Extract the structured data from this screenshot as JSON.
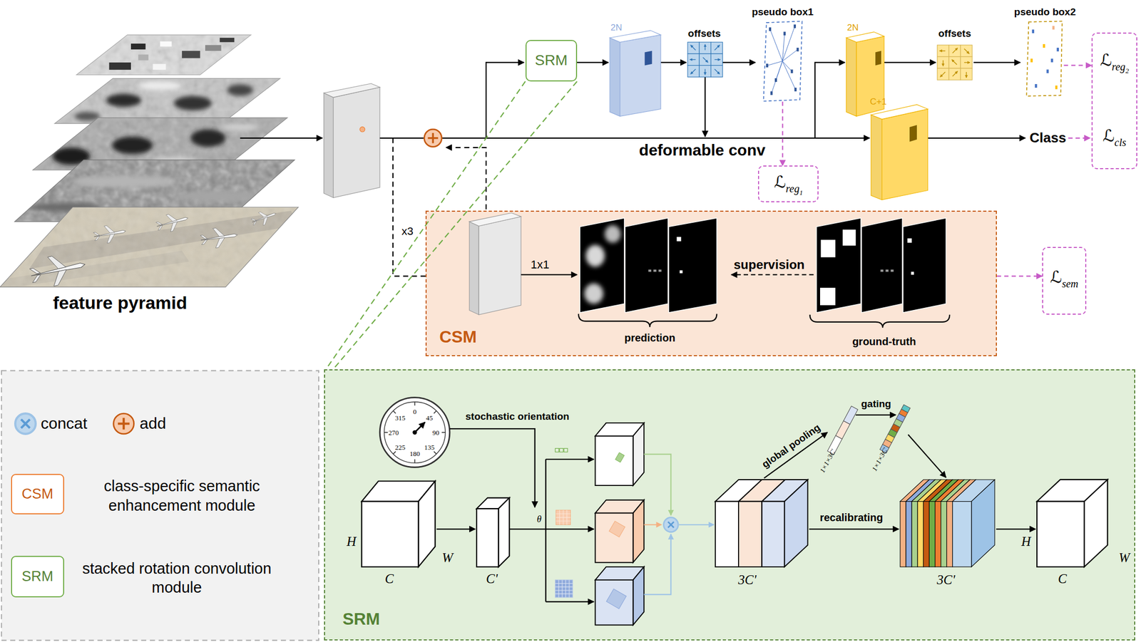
{
  "diagram": {
    "nodes": [
      {
        "text": [
          "SRM"
        ]
      },
      {
        "text": [
          "pseudo box1"
        ]
      },
      {
        "text": [
          "pseudo box2"
        ]
      },
      {
        "text": [
          "ℒ",
          "reg",
          "1"
        ]
      },
      {
        "text": [
          "ℒ",
          "reg",
          "2",
          "ℒ",
          "cls"
        ]
      },
      {
        "text": [
          "CSM"
        ]
      },
      {
        "text": [
          "ℒ",
          "sem"
        ]
      },
      {
        "text": [
          "CSM"
        ]
      },
      {
        "text": [
          "SRM"
        ]
      },
      {
        "text": [
          "SRM"
        ]
      }
    ],
    "edges": [
      {
        "from": 0,
        "to": 9,
        "arrow": "none"
      },
      {
        "from": 1,
        "to": 3,
        "arrow": "to"
      },
      {
        "from": 2,
        "to": 4,
        "arrow": "to"
      },
      {
        "from": 5,
        "to": 6,
        "arrow": "to"
      }
    ],
    "labels": [
      "feature pyramid",
      "2N",
      "offsets",
      "2N",
      "offsets",
      "C+1",
      "deformable conv",
      "Class",
      "x3",
      "1x1",
      "supervision",
      "prediction",
      "ground-truth",
      "stochastic orientation",
      "0",
      "45",
      "90",
      "135",
      "180",
      "225",
      "270",
      "315",
      "θ",
      "H",
      "W",
      "C",
      "C'",
      "3C'",
      "global pooling",
      "gating",
      "1×1×3C'",
      "1×1×3C'",
      "recalibrating",
      "3C'",
      "H",
      "W",
      "C"
    ],
    "legend": [
      {
        "text": "concat"
      },
      {
        "text": "add"
      },
      {
        "text": "class-specific semantic enhancement module"
      },
      {
        "text": "stacked rotation convolution module"
      }
    ]
  }
}
